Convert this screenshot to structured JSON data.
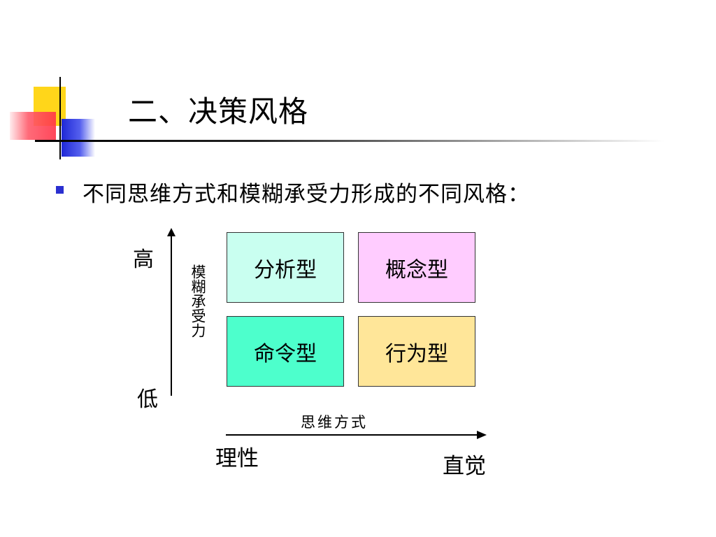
{
  "title": "二、决策风格",
  "bullet_text": "不同思维方式和模糊承受力形成的不同风格：",
  "diagram": {
    "y_axis": {
      "title": "模糊承受力",
      "high_label": "高",
      "low_label": "低"
    },
    "x_axis": {
      "title": "思维方式",
      "left_label": "理性",
      "right_label": "直觉"
    },
    "quadrants": [
      {
        "label": "分析型",
        "color": "#c9fff0"
      },
      {
        "label": "概念型",
        "color": "#ffccff"
      },
      {
        "label": "命令型",
        "color": "#4dffcc"
      },
      {
        "label": "行为型",
        "color": "#ffe699"
      }
    ]
  }
}
